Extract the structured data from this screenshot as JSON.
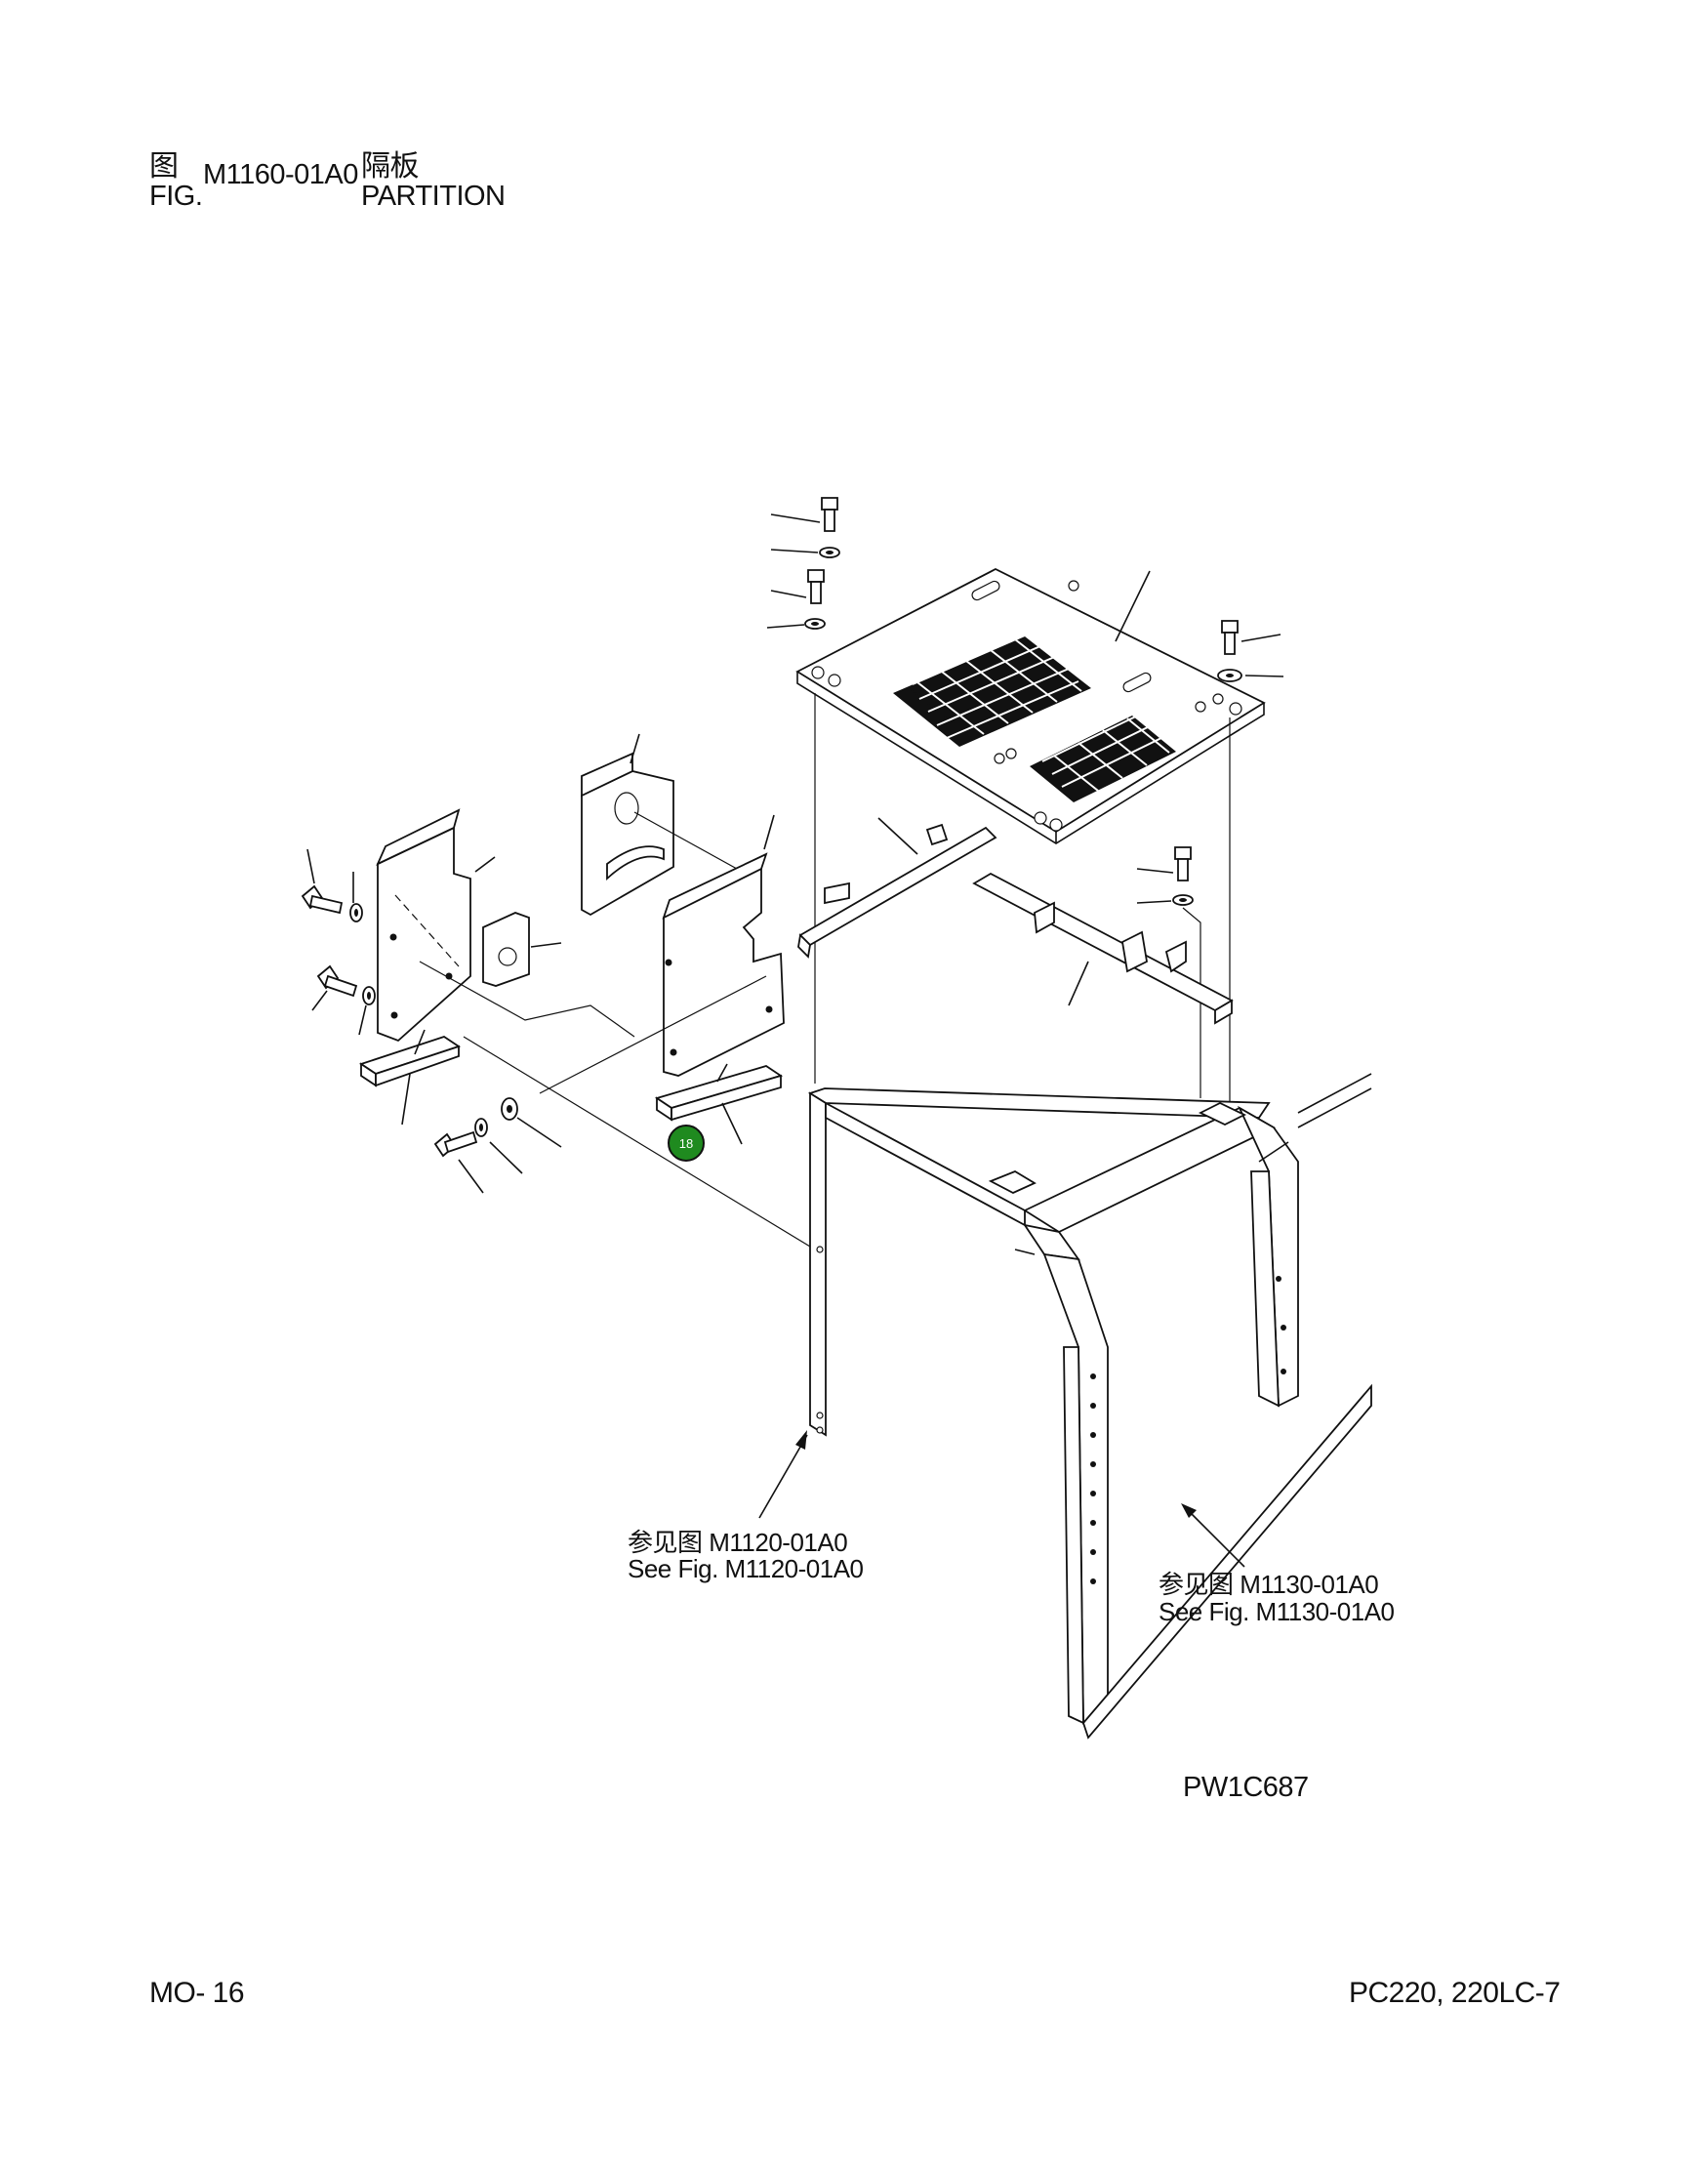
{
  "header": {
    "fig_cn": "图",
    "fig_en": "FIG.",
    "fig_number": "M1160-01A0",
    "title_cn": "隔板",
    "title_en": "PARTITION"
  },
  "callouts": {
    "left_ref_cn": "参见图 M1120-01A0",
    "left_ref_en": "See Fig. M1120-01A0",
    "right_ref_cn": "参见图 M1130-01A0",
    "right_ref_en": "See Fig. M1130-01A0"
  },
  "marker": {
    "label": "18",
    "color": "#1f8a1f"
  },
  "drawing_code": "PW1C687",
  "footer": {
    "page": "MO- 16",
    "model": "PC220, 220LC-7"
  }
}
